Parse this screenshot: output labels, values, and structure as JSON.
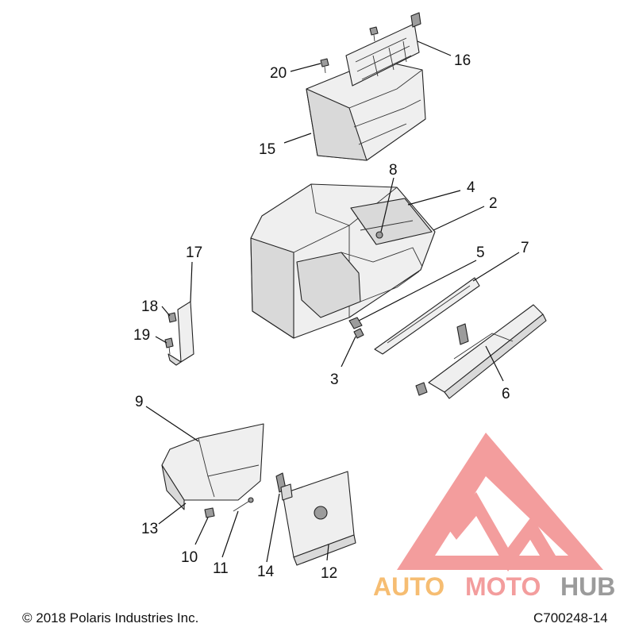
{
  "callouts": {
    "c2": "2",
    "c3": "3",
    "c4": "4",
    "c5": "5",
    "c6": "6",
    "c7": "7",
    "c8": "8",
    "c9": "9",
    "c10": "10",
    "c11": "11",
    "c12": "12",
    "c13": "13",
    "c14": "14",
    "c15": "15",
    "c16": "16",
    "c17": "17",
    "c18": "18",
    "c19": "19",
    "c20": "20"
  },
  "footer": {
    "copyright": "© 2018 Polaris Industries Inc.",
    "drawing_number": "C700248-14"
  },
  "watermark": {
    "brand_auto": "AUTO",
    "brand_moto": "MOTO",
    "brand_hub": "HUB",
    "colors": {
      "triangle": "#f28d8d",
      "auto": "#f5b25a",
      "moto": "#f28d8d",
      "hub": "#8a8a8a"
    }
  }
}
